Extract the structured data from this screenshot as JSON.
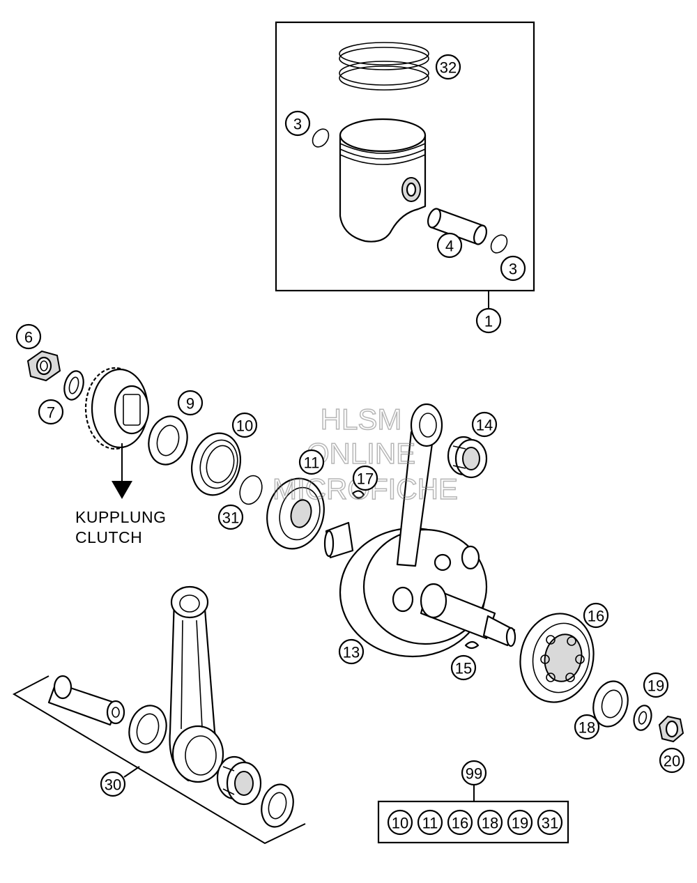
{
  "callouts": {
    "c32": "32",
    "c3a": "3",
    "c3b": "3",
    "c4": "4",
    "c1": "1",
    "c6": "6",
    "c7": "7",
    "c9": "9",
    "c10": "10",
    "c31": "31",
    "c11": "11",
    "c17": "17",
    "c14": "14",
    "c13": "13",
    "c15": "15",
    "c16": "16",
    "c19": "19",
    "c18": "18",
    "c20": "20",
    "c30": "30",
    "c99": "99"
  },
  "kit_items": [
    "10",
    "11",
    "16",
    "18",
    "19",
    "31"
  ],
  "labels": {
    "kupplung": "KUPPLUNG",
    "clutch": "CLUTCH"
  },
  "watermark": {
    "line1": "HLSM",
    "line2": "ONLINE",
    "line3": "MICROFICHE"
  },
  "colors": {
    "ink": "#000000",
    "background": "#ffffff",
    "watermark": "#7a7a7a"
  }
}
